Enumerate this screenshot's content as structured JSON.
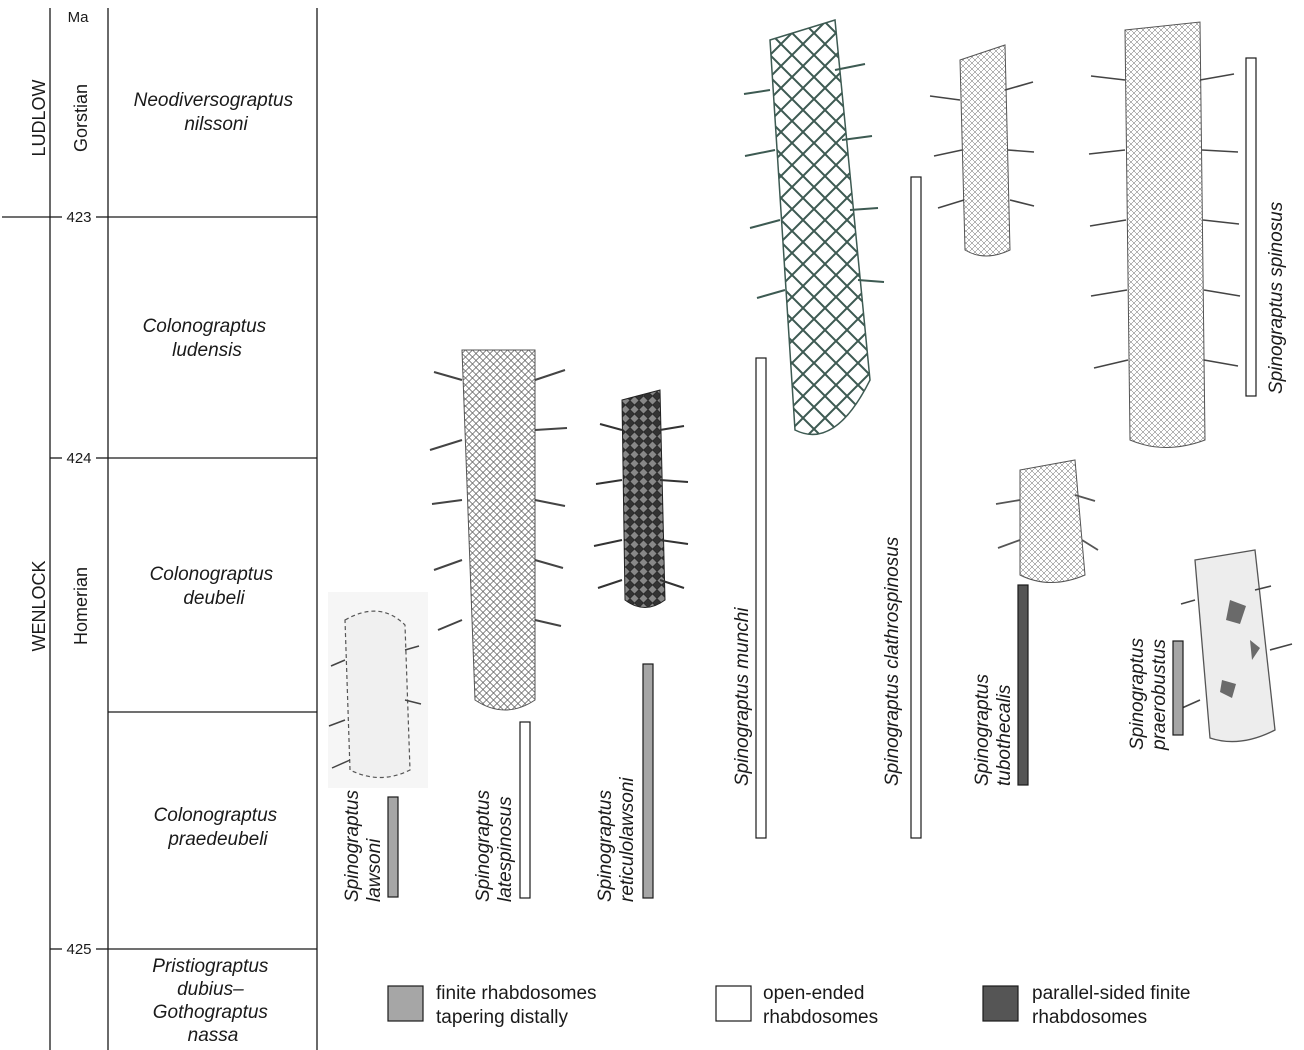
{
  "chronostratigraphy": {
    "age_unit_label": "Ma",
    "series": [
      {
        "name": "LUDLOW"
      },
      {
        "name": "WENLOCK"
      }
    ],
    "stages": [
      {
        "name": "Gorstian"
      },
      {
        "name": "Homerian"
      }
    ],
    "ages": [
      {
        "label": "423",
        "value": 423
      },
      {
        "label": "424",
        "value": 424
      },
      {
        "label": "425",
        "value": 425
      }
    ],
    "zones": [
      {
        "lines": [
          "Neodiversograptus",
          "nilssoni"
        ]
      },
      {
        "lines": [
          "Colonograptus",
          "ludensis"
        ]
      },
      {
        "lines": [
          "Colonograptus",
          "deubeli"
        ]
      },
      {
        "lines": [
          "Colonograptus",
          "praedeubeli"
        ]
      },
      {
        "lines": [
          "Pristiograptus",
          "dubius–",
          "Gothograptus",
          "nassa"
        ]
      }
    ]
  },
  "taxa": [
    {
      "lines": [
        "Spinograptus",
        "lawsoni"
      ],
      "type": "finite_tapering"
    },
    {
      "lines": [
        "Spinograptus",
        "latespinosus"
      ],
      "type": "open_ended"
    },
    {
      "lines": [
        "Spinograptus",
        "reticulolawsoni"
      ],
      "type": "finite_tapering"
    },
    {
      "lines": [
        "Spinograptus munchi"
      ],
      "type": "open_ended"
    },
    {
      "lines": [
        "Spinograptus clathrospinosus"
      ],
      "type": "open_ended"
    },
    {
      "lines": [
        "Spinograptus",
        "tubothecalis"
      ],
      "type": "parallel_finite"
    },
    {
      "lines": [
        "Spinograptus",
        "praerobustus"
      ],
      "type": "finite_tapering"
    },
    {
      "lines": [
        "Spinograptus spinosus"
      ],
      "type": "open_ended"
    }
  ],
  "legend": [
    {
      "key": "finite_tapering",
      "lines": [
        "finite rhabdosomes",
        "tapering distally"
      ],
      "color": "#a6a6a6"
    },
    {
      "key": "open_ended",
      "lines": [
        "open-ended",
        "rhabdosomes"
      ],
      "color": "#ffffff"
    },
    {
      "key": "parallel_finite",
      "lines": [
        "parallel-sided finite",
        "rhabdosomes"
      ],
      "color": "#555555"
    }
  ]
}
